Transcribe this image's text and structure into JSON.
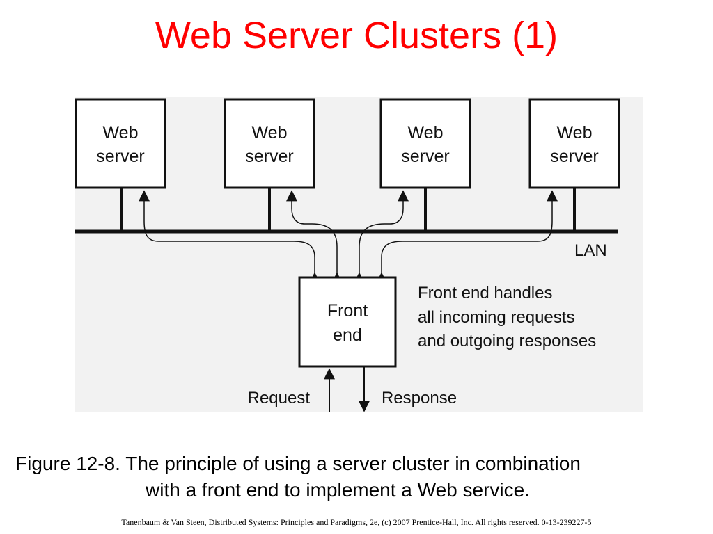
{
  "title": "Web Server Clusters (1)",
  "diagram": {
    "servers": [
      {
        "line1": "Web",
        "line2": "server"
      },
      {
        "line1": "Web",
        "line2": "server"
      },
      {
        "line1": "Web",
        "line2": "server"
      },
      {
        "line1": "Web",
        "line2": "server"
      }
    ],
    "lan_label": "LAN",
    "front_end": {
      "line1": "Front",
      "line2": "end"
    },
    "note": [
      "Front end handles",
      "all incoming requests",
      "and outgoing responses"
    ],
    "request_label": "Request",
    "response_label": "Response"
  },
  "caption": {
    "line1": "Figure 12-8. The principle of using a server cluster in combination",
    "line2": "with a front end to implement a Web service."
  },
  "footer": "Tanenbaum & Van Steen, Distributed Systems: Principles and Paradigms, 2e, (c) 2007 Prentice-Hall, Inc. All rights reserved. 0-13-239227-5"
}
